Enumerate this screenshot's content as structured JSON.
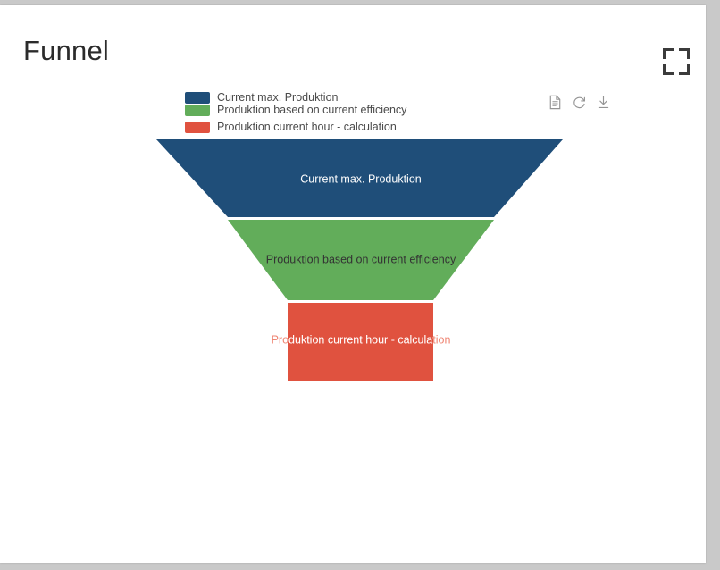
{
  "page": {
    "title": "Funnel",
    "background": "#c9c9c9",
    "card_background": "#ffffff"
  },
  "header": {
    "title": "Funnel",
    "fullscreen_icon": "fullscreen-expand-icon"
  },
  "toolbar": {
    "icons": [
      {
        "name": "document-data-icon",
        "label": "Show data"
      },
      {
        "name": "refresh-icon",
        "label": "Refresh"
      },
      {
        "name": "download-icon",
        "label": "Download"
      }
    ]
  },
  "legend": {
    "items": [
      {
        "label": "Current max. Produktion",
        "color": "#1f4e79"
      },
      {
        "label": "Produktion based on current efficiency",
        "color": "#62ad5a"
      },
      {
        "label": "Produktion current hour - calculation",
        "color": "#e0523f"
      }
    ]
  },
  "chart_data": {
    "type": "funnel",
    "title": "Funnel",
    "legend_position": "top",
    "grid": false,
    "categories": [
      "Current max. Produktion",
      "Produktion based on current efficiency",
      "Produktion current hour - calculation"
    ],
    "series": [
      {
        "name": "Funnel",
        "values": [
          100,
          65,
          36
        ]
      }
    ],
    "segments": [
      {
        "label": "Current max. Produktion",
        "color": "#1f4e79",
        "label_color": "#ffffff",
        "top_width": 455,
        "bottom_width": 298,
        "relative_value": 100
      },
      {
        "label": "Produktion based on current efficiency",
        "color": "#62ad5a",
        "label_color": "#333333",
        "top_width": 298,
        "bottom_width": 163,
        "relative_value": 65
      },
      {
        "label": "Produktion current hour - calculation",
        "color": "#e0523f",
        "label_color": "#ffffff",
        "label_overflow_color": "#ef8472",
        "top_width": 163,
        "bottom_width": 163,
        "relative_value": 36
      }
    ]
  }
}
